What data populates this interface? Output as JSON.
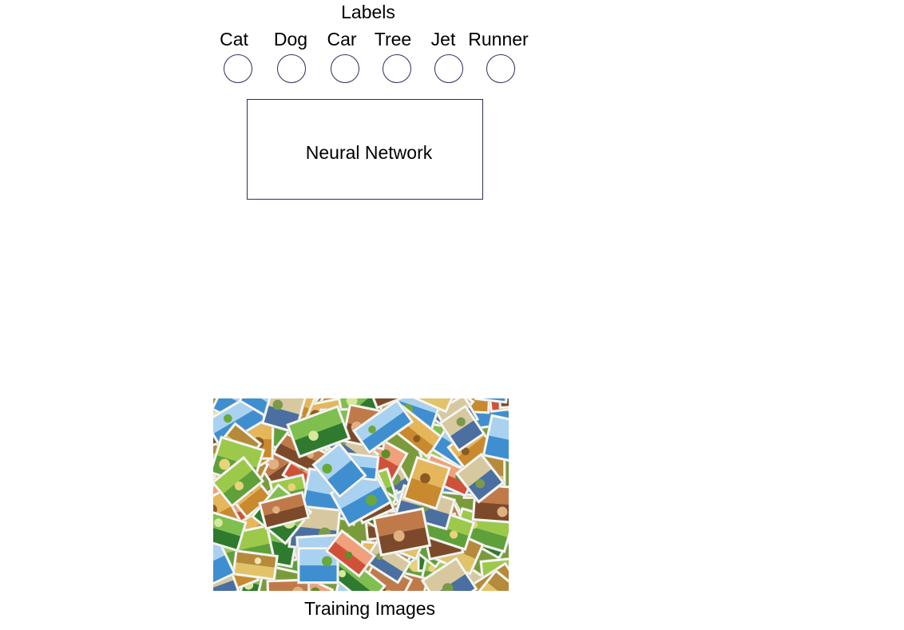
{
  "labels_title": "Labels",
  "labels": [
    "Cat",
    "Dog",
    "Car",
    "Tree",
    "Jet",
    "Runner"
  ],
  "network_label": "Neural Network",
  "training_label": "Training Images",
  "colors": {
    "outline": "#2b2f5e",
    "background": "#ffffff"
  }
}
